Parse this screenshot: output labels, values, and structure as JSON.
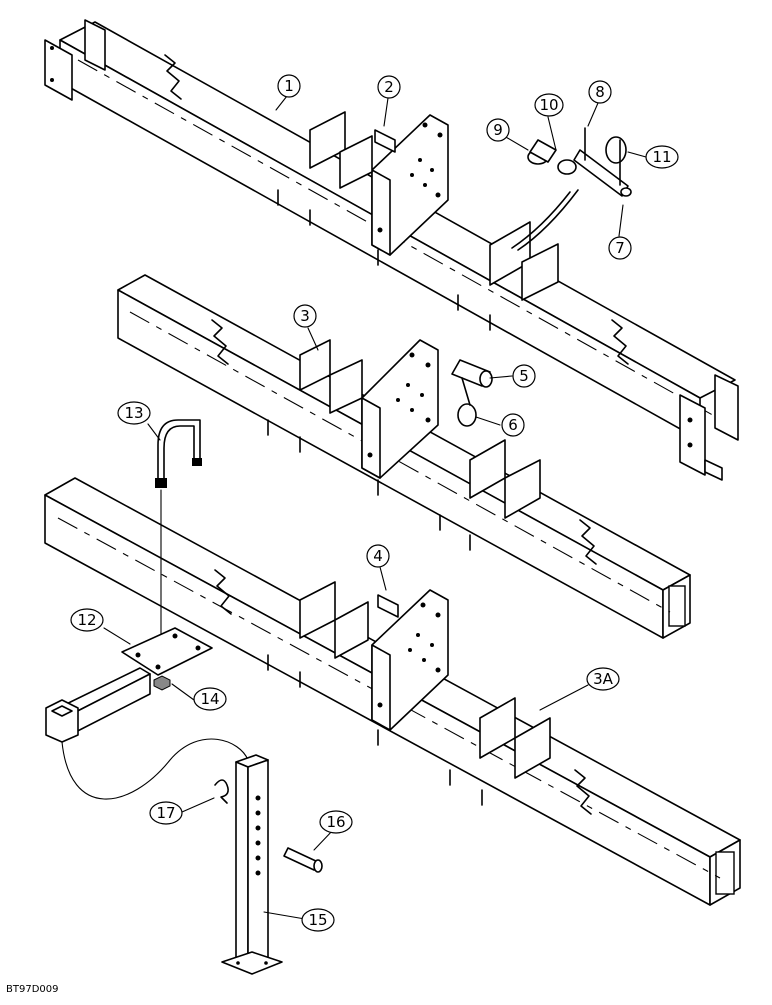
{
  "diagram": {
    "callouts": [
      "1",
      "2",
      "3",
      "3A",
      "4",
      "5",
      "6",
      "7",
      "8",
      "9",
      "10",
      "11",
      "12",
      "13",
      "14",
      "15",
      "16",
      "17"
    ],
    "drawing_code": "BT97D009"
  }
}
